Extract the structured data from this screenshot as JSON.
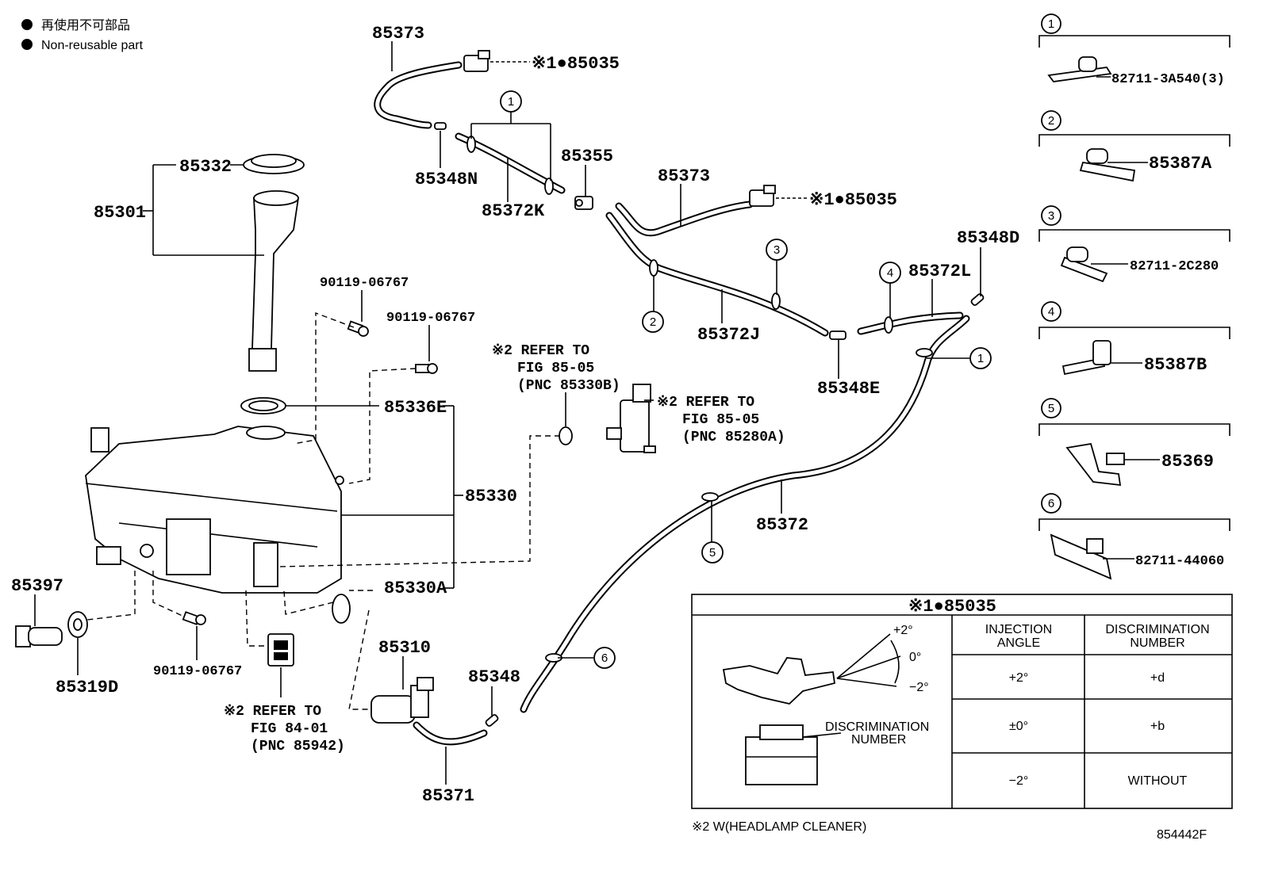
{
  "legend": {
    "symbol": "●",
    "line_jp": "再使用不可部品",
    "line_en": "Non-reusable part"
  },
  "part_numbers": {
    "p85373_top": "85373",
    "p85035_top": "※1●85035",
    "p85348N": "85348N",
    "p85372K": "85372K",
    "p85355": "85355",
    "p85373_mid": "85373",
    "p85035_mid": "※1●85035",
    "p85348D": "85348D",
    "p85372L": "85372L",
    "p85372J": "85372J",
    "p85348E": "85348E",
    "p85332": "85332",
    "p85301": "85301",
    "p90119_a": "90119-06767",
    "p90119_b": "90119-06767",
    "p85336E": "85336E",
    "p85330": "85330",
    "p85330A": "85330A",
    "p85397": "85397",
    "p85319D": "85319D",
    "p90119_c": "90119-06767",
    "p85310": "85310",
    "p85348": "85348",
    "p85371": "85371",
    "p85372": "85372"
  },
  "refs": {
    "ref1": [
      "※2 REFER TO",
      "FIG 85-05",
      "(PNC 85330B)"
    ],
    "ref2": [
      "※2 REFER TO",
      "FIG 85-05",
      "(PNC 85280A)"
    ],
    "ref3": [
      "※2 REFER TO",
      "FIG 84-01",
      "(PNC 85942)"
    ]
  },
  "callouts": [
    "1",
    "2",
    "3",
    "4",
    "5",
    "6"
  ],
  "side_panel": [
    {
      "num": "1",
      "part": "82711-3A540(3)"
    },
    {
      "num": "2",
      "part": "85387A"
    },
    {
      "num": "3",
      "part": "82711-2C280"
    },
    {
      "num": "4",
      "part": "85387B"
    },
    {
      "num": "5",
      "part": "85369"
    },
    {
      "num": "6",
      "part": "82711-44060"
    }
  ],
  "table": {
    "title": "※1●85035",
    "angle_labels": [
      "+2°",
      "0°",
      "−2°"
    ],
    "discrimination_label": "DISCRIMINATION\nNUMBER",
    "col_headers": [
      "INJECTION\nANGLE",
      "DISCRIMINATION\nNUMBER"
    ],
    "rows": [
      [
        "+2°",
        "+d"
      ],
      [
        "±0°",
        "+b"
      ],
      [
        "−2°",
        "WITHOUT"
      ]
    ]
  },
  "footnote": "※2 W(HEADLAMP CLEANER)",
  "figure_id": "854442F"
}
